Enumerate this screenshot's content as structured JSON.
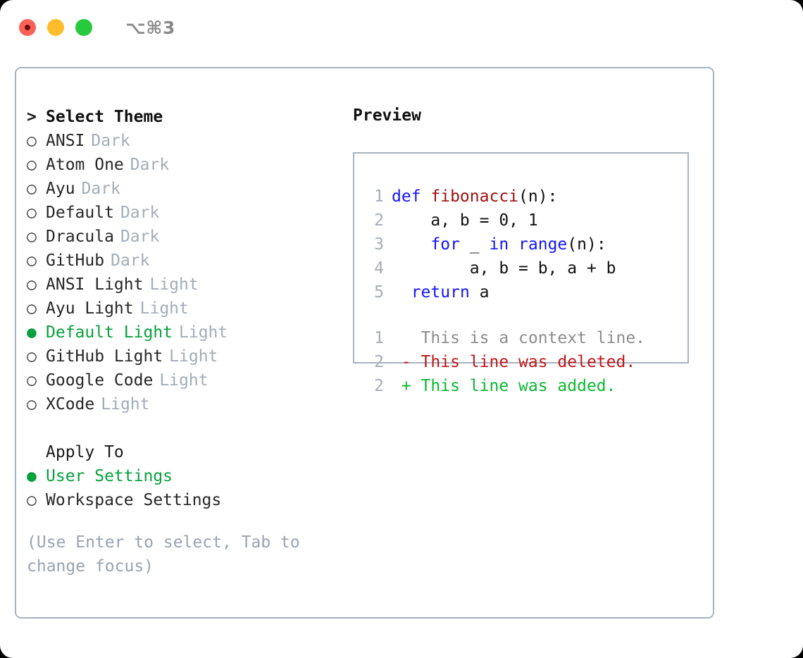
{
  "titlebar": {
    "shortcut": "⌥⌘3",
    "lights": [
      {
        "name": "close",
        "color": "#fa6158"
      },
      {
        "name": "minimize",
        "color": "#ffbd2e"
      },
      {
        "name": "maximize",
        "color": "#27c93f"
      }
    ]
  },
  "colors": {
    "accent_green": "#06a13c",
    "muted": "#a3acb9",
    "border": "#a8b2c0",
    "keyword_blue": "#1414ff",
    "function_red": "#a01010",
    "diff_deleted": "#c01616",
    "diff_added": "#0ab92f",
    "context_gray": "#8c8c8c"
  },
  "theme_section": {
    "caret": ">",
    "title": "Select Theme",
    "bullet_empty": "○",
    "bullet_full": "●",
    "items": [
      {
        "name": "ANSI",
        "category": "Dark",
        "selected": false
      },
      {
        "name": "Atom One",
        "category": "Dark",
        "selected": false
      },
      {
        "name": "Ayu",
        "category": "Dark",
        "selected": false
      },
      {
        "name": "Default",
        "category": "Dark",
        "selected": false
      },
      {
        "name": "Dracula",
        "category": "Dark",
        "selected": false
      },
      {
        "name": "GitHub",
        "category": "Dark",
        "selected": false
      },
      {
        "name": "ANSI Light",
        "category": "Light",
        "selected": false
      },
      {
        "name": "Ayu Light",
        "category": "Light",
        "selected": false
      },
      {
        "name": "Default Light",
        "category": "Light",
        "selected": true
      },
      {
        "name": "GitHub Light",
        "category": "Light",
        "selected": false
      },
      {
        "name": "Google Code",
        "category": "Light",
        "selected": false
      },
      {
        "name": "XCode",
        "category": "Light",
        "selected": false
      }
    ]
  },
  "apply_section": {
    "title": "Apply To",
    "items": [
      {
        "name": "User Settings",
        "selected": true
      },
      {
        "name": "Workspace Settings",
        "selected": false
      }
    ]
  },
  "hint": "(Use Enter to select, Tab to change focus)",
  "preview": {
    "title": "Preview",
    "code_lines": [
      {
        "number": "1",
        "tokens": [
          {
            "text": "def ",
            "type": "kw"
          },
          {
            "text": "fibonacci",
            "type": "fn"
          },
          {
            "text": "(n):",
            "type": "txt"
          }
        ]
      },
      {
        "number": "2",
        "tokens": [
          {
            "text": "    a, b = 0, 1",
            "type": "txt"
          }
        ]
      },
      {
        "number": "3",
        "tokens": [
          {
            "text": "    ",
            "type": "txt"
          },
          {
            "text": "for",
            "type": "kw"
          },
          {
            "text": " _ ",
            "type": "txt"
          },
          {
            "text": "in",
            "type": "kw"
          },
          {
            "text": " ",
            "type": "txt"
          },
          {
            "text": "range",
            "type": "kw"
          },
          {
            "text": "(n):",
            "type": "txt"
          }
        ]
      },
      {
        "number": "4",
        "tokens": [
          {
            "text": "        a, b = b, a + b",
            "type": "txt"
          }
        ]
      },
      {
        "number": "5",
        "tokens": [
          {
            "text": "  ",
            "type": "txt"
          },
          {
            "text": "return",
            "type": "kw"
          },
          {
            "text": " a",
            "type": "txt"
          }
        ]
      }
    ],
    "diff_lines": [
      {
        "number": "1",
        "marker": "  ",
        "text": "This is a context line.",
        "type": "ctx"
      },
      {
        "number": "2",
        "marker": "- ",
        "text": "This line was deleted.",
        "type": "del"
      },
      {
        "number": "2",
        "marker": "+ ",
        "text": "This line was added.",
        "type": "add"
      }
    ]
  }
}
